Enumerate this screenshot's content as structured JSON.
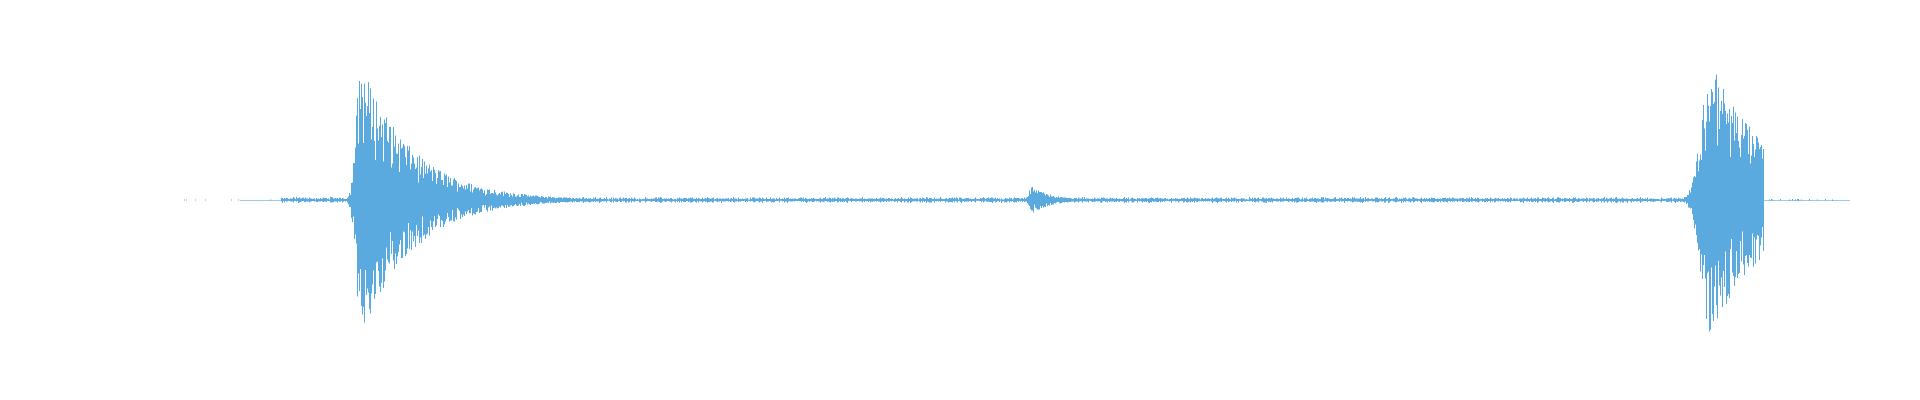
{
  "waveform": {
    "color": "#5aaae0",
    "background": "#ffffff",
    "samples_per_bucket_note": "",
    "envelope": {
      "duration_fraction_start": 0.0,
      "duration_fraction_end": 1.0,
      "bursts": [
        {
          "center": 0.1366,
          "peak": 1.0,
          "attack": 0.004,
          "decay": 0.03,
          "label": ""
        },
        {
          "center": 0.5253,
          "peak": 0.1,
          "attack": 0.002,
          "decay": 0.012,
          "label": ""
        },
        {
          "center": 0.9195,
          "peak": 1.0,
          "attack": 0.008,
          "decay": 0.035,
          "label": ""
        }
      ],
      "noise_floor": 0.015,
      "active_ranges": [
        [
          0.09,
          0.95
        ]
      ]
    }
  }
}
